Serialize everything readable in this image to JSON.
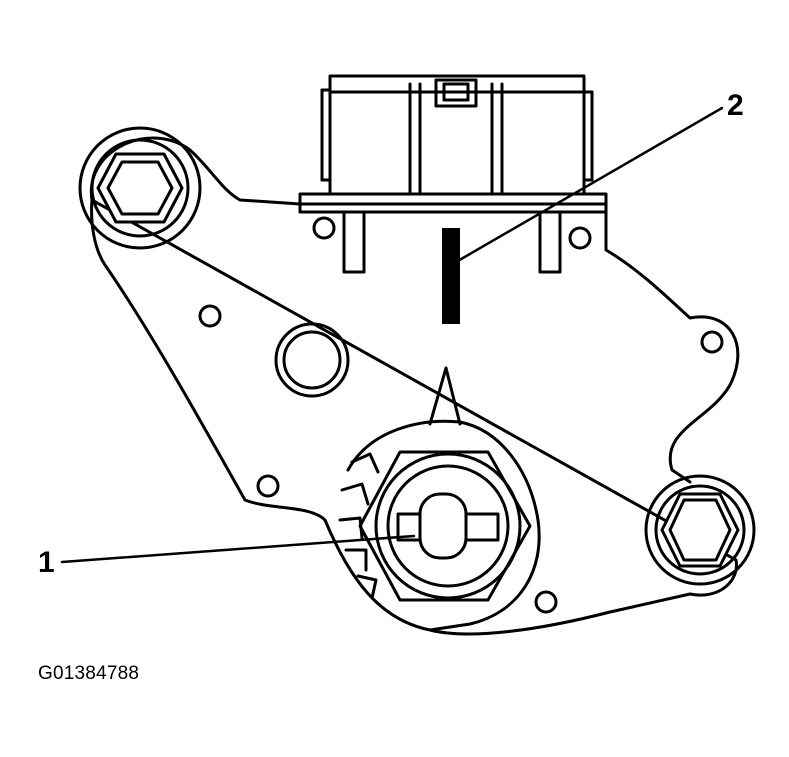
{
  "diagram": {
    "callouts": [
      {
        "number": "1"
      },
      {
        "number": "2"
      }
    ],
    "figure_id": "G01384788",
    "colors": {
      "line": "#000000",
      "background": "#ffffff"
    }
  }
}
